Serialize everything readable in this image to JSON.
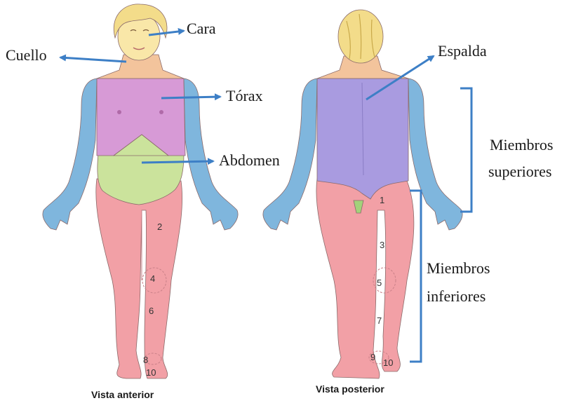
{
  "colors": {
    "hair": "#f3dc8a",
    "hair_line": "#c9a94a",
    "skin": "#f9e7a8",
    "neck": "#f3c49c",
    "thorax": "#d79ad6",
    "abdomen": "#cbe39c",
    "arms": "#7fb6dd",
    "legs": "#f2a0a6",
    "back": "#a99be0",
    "gluteal_fold": "#a3d27a",
    "arrow": "#3d7fc6",
    "bracket": "#3d7fc6",
    "outline": "#8a6a6a"
  },
  "labels": {
    "cara": "Cara",
    "cuello": "Cuello",
    "torax": "Tórax",
    "abdomen": "Abdomen",
    "espalda": "Espalda",
    "miembros_superiores_1": "Miembros",
    "miembros_superiores_2": "superiores",
    "miembros_inferiores_1": "Miembros",
    "miembros_inferiores_2": "inferiores"
  },
  "captions": {
    "anterior": "Vista anterior",
    "posterior": "Vista posterior"
  },
  "anterior_numbers": [
    "2",
    "4",
    "6",
    "8",
    "10"
  ],
  "posterior_numbers": [
    "1",
    "3",
    "5",
    "7",
    "9",
    "10"
  ]
}
